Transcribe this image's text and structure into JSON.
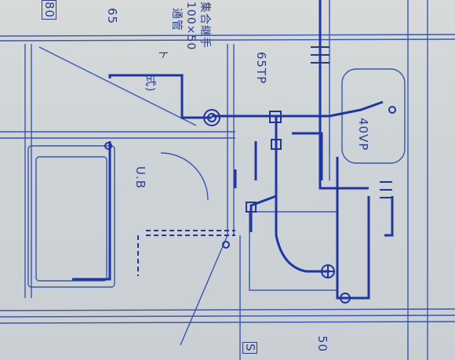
{
  "colors": {
    "paper": "#d2d6d7",
    "ink": "#2a3f8f",
    "ink_light": "#4a63b8",
    "pipe": "#1f35a0"
  },
  "labels": {
    "topleft_box": "80",
    "size_65_top": "65",
    "spec_a": "集合継手",
    "spec_b": "100×50",
    "spec_c": "通管",
    "spec_d": "ト",
    "spec_e": "式)",
    "riser_65tp": "65TP",
    "riser_40vp": "40VP",
    "ub": "U.B",
    "bottom_s": "S",
    "bottom_50": "50"
  }
}
